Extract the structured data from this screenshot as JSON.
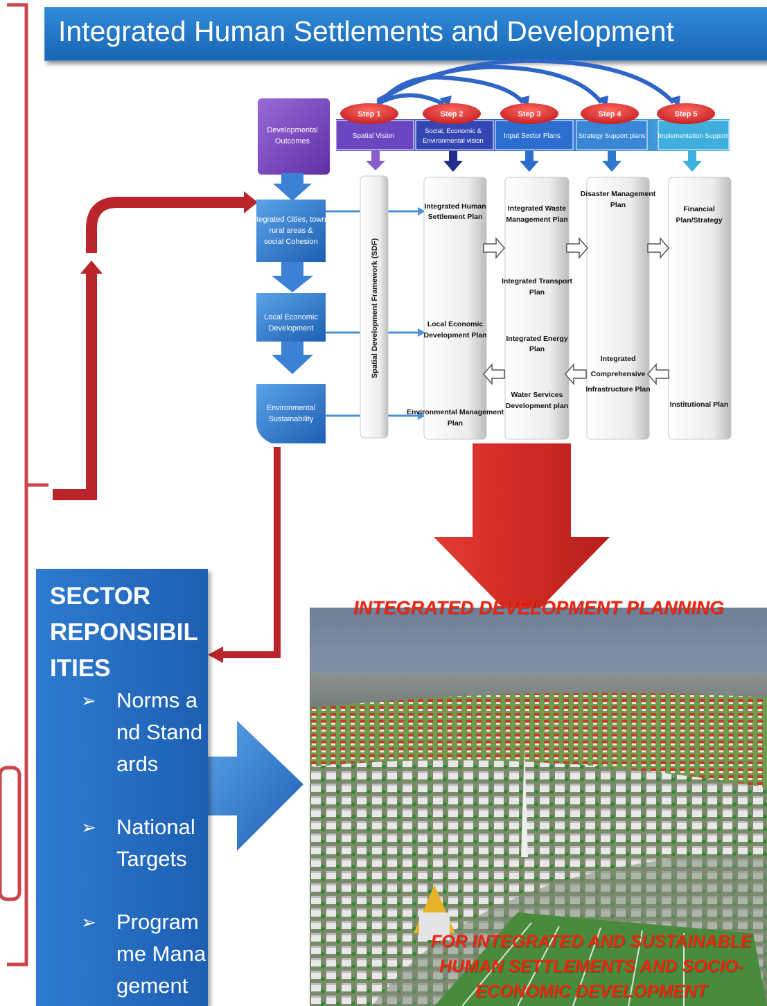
{
  "title": "Integrated Human Settlements and Development",
  "steps": [
    {
      "step": "Step 1",
      "label": "Spatial Vision"
    },
    {
      "step": "Step 2",
      "label": "Social, Economic & Environmental vision"
    },
    {
      "step": "Step 3",
      "label": "Input Sector Plans"
    },
    {
      "step": "Step 4",
      "label": "Strategy Support plans"
    },
    {
      "step": "Step 5",
      "label": "Implementation Support"
    }
  ],
  "outcomes": {
    "header": "Developmental Outcomes",
    "items": [
      "Integrated Cities, towns, rural areas & social Cohesion",
      "Local Economic Development",
      "Environmental Sustainability"
    ]
  },
  "sdf_label": "Spatial Development Framework (SDF)",
  "columns": {
    "col2": [
      "Integrated Human Settlement Plan",
      "Local Economic Development Plan",
      "Environmental Management Plan"
    ],
    "col3": [
      "Integrated Waste Management Plan",
      "Integrated Transport Plan",
      "Integrated Energy Plan",
      "Water Services Development plan"
    ],
    "col4": [
      "Disaster Management Plan",
      "Integrated",
      "Comprehensive",
      "Infrastructure Plan"
    ],
    "col5": [
      "Financial Plan/Strategy",
      "Institutional Plan"
    ]
  },
  "sector": {
    "heading": "SECTOR REPONSIBIL ITIES",
    "bullets": [
      "Norms and Standards",
      "National Targets",
      "Programme Management"
    ]
  },
  "photo": {
    "top_text": "INTEGRATED DEVELOPMENT PLANNING",
    "bottom_text": "FOR INTEGRATED AND SUSTAINABLE HUMAN SETTLEMENTS AND SOCIO-ECONOMIC DEVELOPMENT"
  },
  "colors": {
    "title_blue": "#1a66b5",
    "arrow_red": "#c0282d",
    "overlay_red": "#f0250f",
    "step_red": "#d9262a"
  }
}
